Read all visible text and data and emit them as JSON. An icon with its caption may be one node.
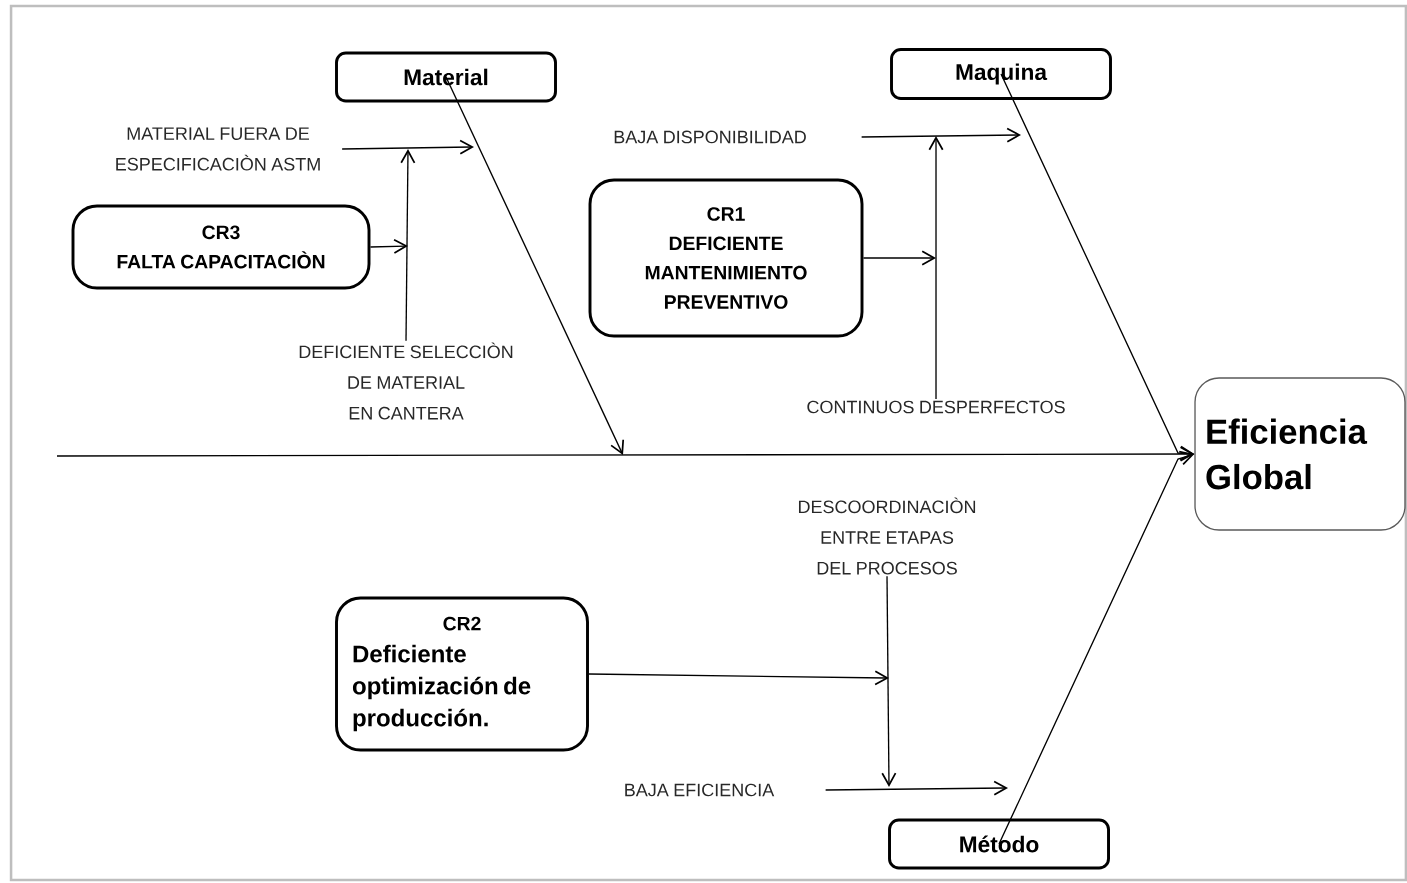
{
  "diagram": {
    "nodes": [
      {
        "text": [
          "Material"
        ]
      },
      {
        "text": [
          "Maquina"
        ]
      },
      {
        "text": [
          "Eficiencia Global"
        ]
      },
      {
        "text": [
          "Método"
        ]
      },
      {
        "text": [
          "MATERIAL FUERA DE ESPECIFICACIÒN ASTM"
        ]
      },
      {
        "text": [
          "CR3",
          "FALTA CAPACITACIÒN"
        ]
      },
      {
        "text": [
          "DEFICIENTE SELECCIÒN DE MATERIAL EN CANTERA"
        ]
      },
      {
        "text": [
          "BAJA DISPONIBILIDAD"
        ]
      },
      {
        "text": [
          "CR1",
          "DEFICIENTE MANTENIMIENTO PREVENTIVO"
        ]
      },
      {
        "text": [
          "CONTINUOS DESPERFECTOS"
        ]
      },
      {
        "text": [
          "DESCOORDINACIÒN ENTRE ETAPAS DEL PROCESOS"
        ]
      },
      {
        "text": [
          "CR2",
          "Deficiente optimización de producción."
        ]
      },
      {
        "text": [
          "BAJA EFICIENCIA"
        ]
      }
    ],
    "edges": [
      {
        "from": null,
        "to": 2,
        "arrow": "to"
      },
      {
        "from": 0,
        "to": null,
        "arrow": "to"
      },
      {
        "from": 1,
        "to": 2,
        "arrow": "to"
      },
      {
        "from": 3,
        "to": 2,
        "arrow": "to"
      },
      {
        "from": 4,
        "to": null,
        "arrow": "to"
      },
      {
        "from": 6,
        "to": null,
        "arrow": "to"
      },
      {
        "from": 5,
        "to": null,
        "arrow": "to"
      },
      {
        "from": 7,
        "to": null,
        "arrow": "to"
      },
      {
        "from": 9,
        "to": null,
        "arrow": "to"
      },
      {
        "from": 8,
        "to": null,
        "arrow": "to"
      },
      {
        "from": 10,
        "to": null,
        "arrow": "to"
      },
      {
        "from": 11,
        "to": null,
        "arrow": "to"
      },
      {
        "from": 12,
        "to": null,
        "arrow": "to"
      }
    ]
  }
}
